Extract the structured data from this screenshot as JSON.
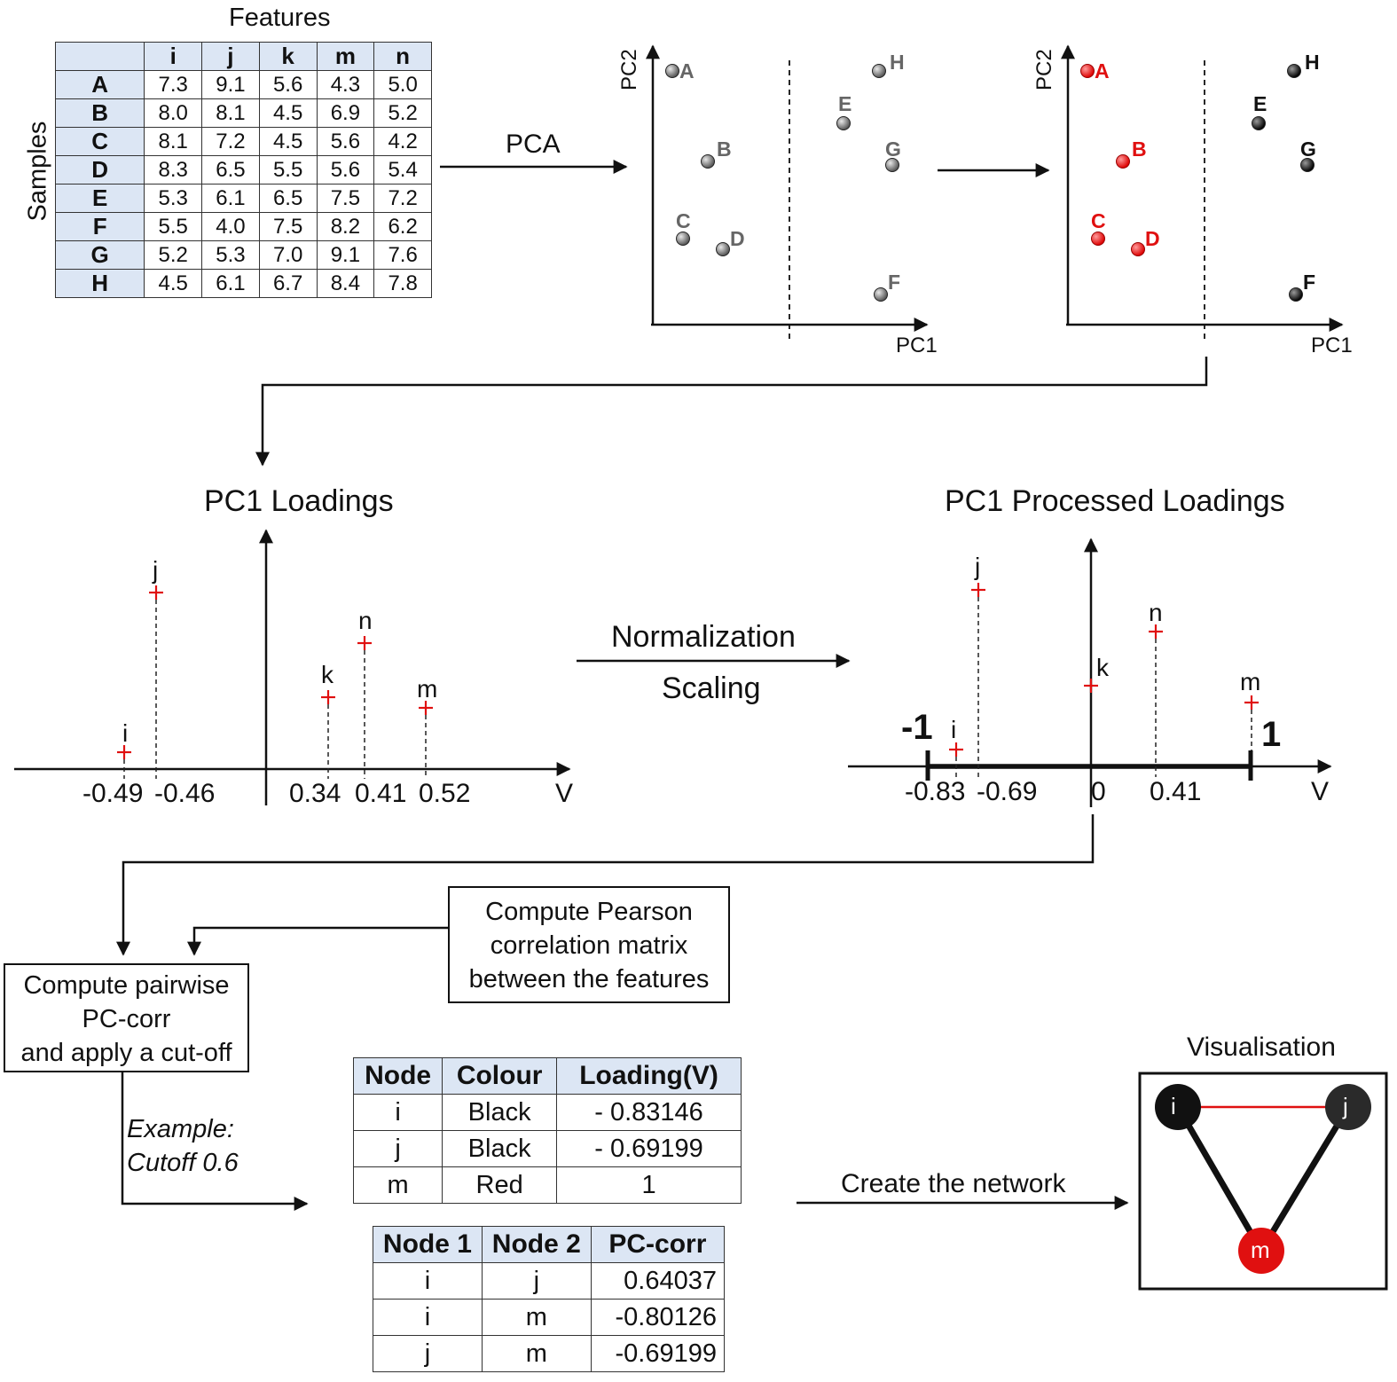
{
  "features_table": {
    "caption": "Features",
    "row_axis_label": "Samples",
    "columns": [
      "",
      "i",
      "j",
      "k",
      "m",
      "n"
    ],
    "rows": [
      {
        "sample": "A",
        "values": [
          "7.3",
          "9.1",
          "5.6",
          "4.3",
          "5.0"
        ]
      },
      {
        "sample": "B",
        "values": [
          "8.0",
          "8.1",
          "4.5",
          "6.9",
          "5.2"
        ]
      },
      {
        "sample": "C",
        "values": [
          "8.1",
          "7.2",
          "4.5",
          "5.6",
          "4.2"
        ]
      },
      {
        "sample": "D",
        "values": [
          "8.3",
          "6.5",
          "5.5",
          "5.6",
          "5.4"
        ]
      },
      {
        "sample": "E",
        "values": [
          "5.3",
          "6.1",
          "6.5",
          "7.5",
          "7.2"
        ]
      },
      {
        "sample": "F",
        "values": [
          "5.5",
          "4.0",
          "7.5",
          "8.2",
          "6.2"
        ]
      },
      {
        "sample": "G",
        "values": [
          "5.2",
          "5.3",
          "7.0",
          "9.1",
          "7.6"
        ]
      },
      {
        "sample": "H",
        "values": [
          "4.5",
          "6.1",
          "6.7",
          "8.4",
          "7.8"
        ]
      }
    ]
  },
  "arrows": {
    "pca": "PCA",
    "normalization": "Normalization",
    "scaling": "Scaling",
    "create_network": "Create the network"
  },
  "pca_plot": {
    "xlabel": "PC1",
    "ylabel": "PC2",
    "point_labels": [
      "A",
      "B",
      "C",
      "D",
      "E",
      "F",
      "G",
      "H"
    ],
    "left_group_color": "#e01010",
    "right_group_color": "#111111",
    "uncoloured_color": "#666666"
  },
  "loadings": {
    "title": "PC1 Loadings",
    "axis_label": "V",
    "features": [
      "i",
      "j",
      "k",
      "n",
      "m"
    ],
    "tick_labels": [
      "-0.49",
      "-0.46",
      "0.34",
      "0.41",
      "0.52"
    ]
  },
  "processed_loadings": {
    "title": "PC1 Processed Loadings",
    "axis_label": "V",
    "features": [
      "i",
      "j",
      "k",
      "n",
      "m"
    ],
    "tick_labels": [
      "-0.83",
      "-0.69",
      "0",
      "0.41"
    ],
    "bound_left": "-1",
    "bound_right": "1"
  },
  "steps": {
    "pairwise": [
      "Compute pairwise",
      "PC-corr",
      "and apply a cut-off"
    ],
    "pearson": [
      "Compute Pearson",
      "correlation matrix",
      "between the features"
    ],
    "example": [
      "Example:",
      "Cutoff 0.6"
    ]
  },
  "node_table": {
    "headers": [
      "Node",
      "Colour",
      "Loading(V)"
    ],
    "rows": [
      [
        "i",
        "Black",
        "- 0.83146"
      ],
      [
        "j",
        "Black",
        "- 0.69199"
      ],
      [
        "m",
        "Red",
        "1"
      ]
    ]
  },
  "edge_table": {
    "headers": [
      "Node 1",
      "Node 2",
      "PC-corr"
    ],
    "rows": [
      [
        "i",
        "j",
        "0.64037"
      ],
      [
        "i",
        "m",
        "-0.80126"
      ],
      [
        "j",
        "m",
        "-0.69199"
      ]
    ]
  },
  "visualisation": {
    "title": "Visualisation",
    "nodes": [
      "i",
      "j",
      "m"
    ],
    "edge_color": "#e01010",
    "node_colors": {
      "i": "#111111",
      "j": "#2a2a2a",
      "m": "#e01010"
    }
  }
}
